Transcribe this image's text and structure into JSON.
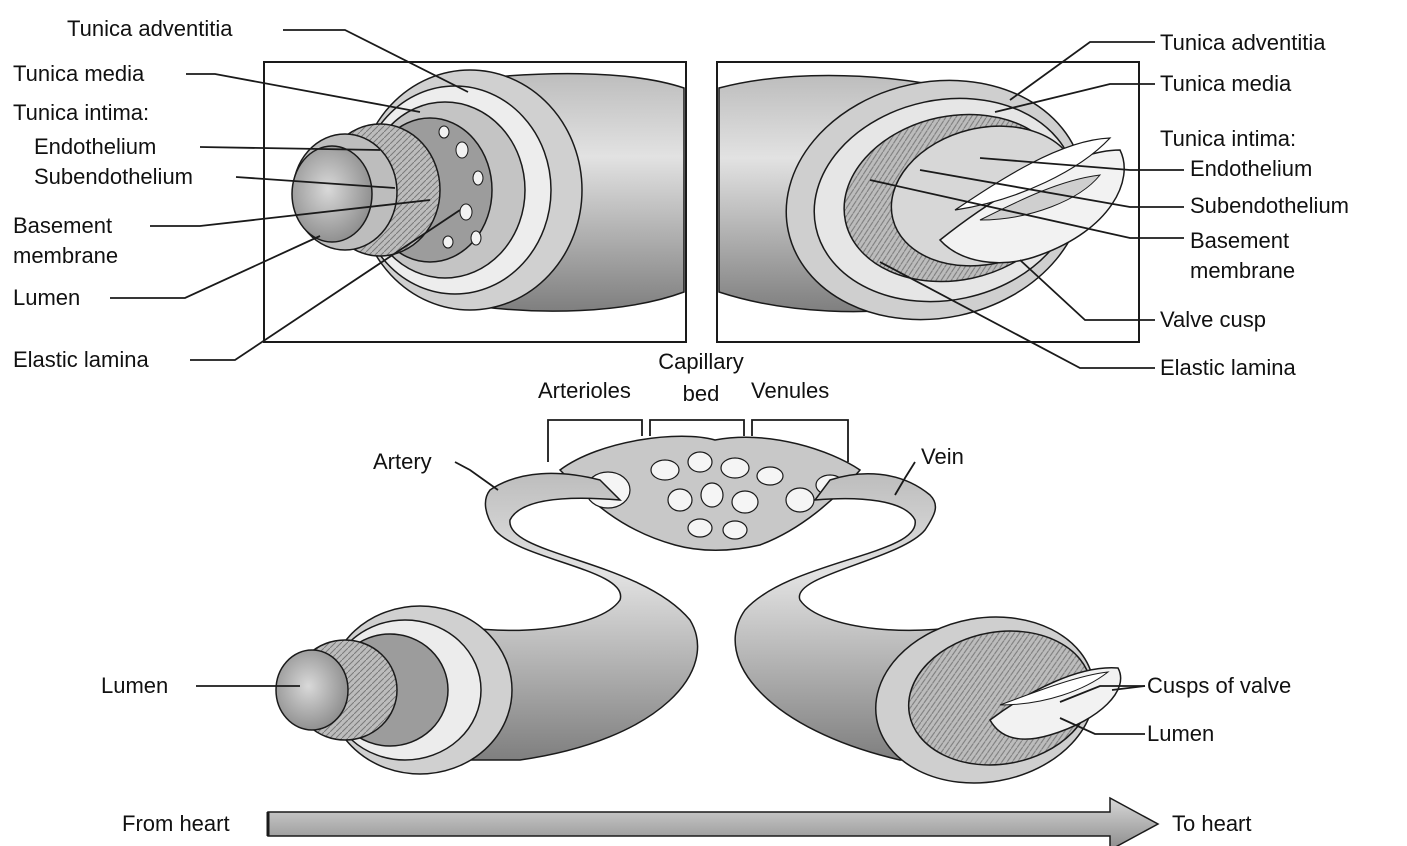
{
  "artery_panel": {
    "tunica_adventitia": "Tunica adventitia",
    "tunica_media": "Tunica media",
    "tunica_intima": "Tunica intima:",
    "endothelium": "Endothelium",
    "subendothelium": "Subendothelium",
    "basement_line1": "Basement",
    "basement_line2": "membrane",
    "lumen": "Lumen",
    "elastic_lamina": "Elastic lamina"
  },
  "vein_panel": {
    "tunica_adventitia": "Tunica adventitia",
    "tunica_media": "Tunica media",
    "tunica_intima": "Tunica intima:",
    "endothelium": "Endothelium",
    "subendothelium": "Subendothelium",
    "basement_line1": "Basement",
    "basement_line2": "membrane",
    "valve_cusp": "Valve cusp",
    "elastic_lamina": "Elastic lamina"
  },
  "circulation": {
    "capillary_line1": "Capillary",
    "capillary_line2": "bed",
    "arterioles": "Arterioles",
    "venules": "Venules",
    "artery": "Artery",
    "vein": "Vein",
    "lumen_left": "Lumen",
    "cusps_of_valve": "Cusps of valve",
    "lumen_right": "Lumen"
  },
  "flow": {
    "from_heart": "From heart",
    "to_heart": "To heart"
  },
  "colors": {
    "vessel_fill": "#c9c9c9",
    "vessel_dark": "#8e8e8e",
    "layer_light": "#ececec",
    "outline": "#1a1a1a"
  }
}
